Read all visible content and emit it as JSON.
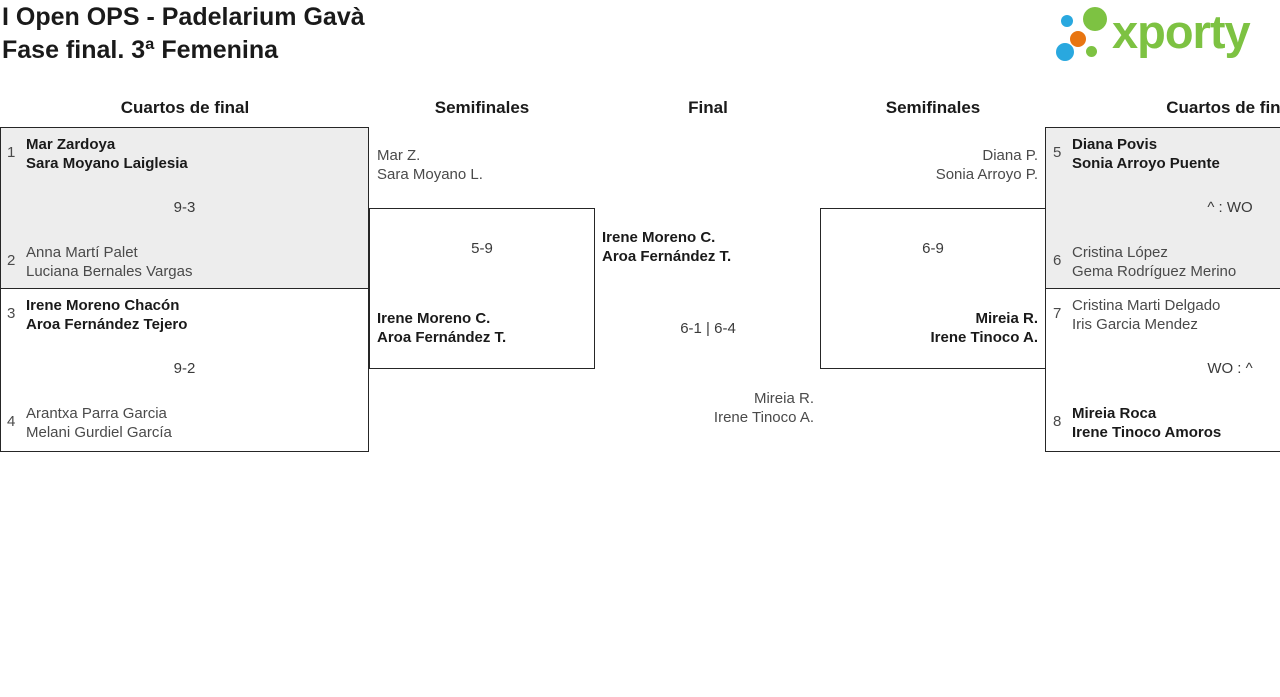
{
  "header": {
    "title_line1": "I Open OPS - Padelarium Gavà",
    "title_line2": "Fase final. 3ª Femenina"
  },
  "logo": {
    "text": "xporty",
    "colors": {
      "green": "#7dc242",
      "blue": "#29a8df",
      "orange": "#e87511"
    }
  },
  "round_headings": {
    "left_quarterfinals": "Cuartos de final",
    "left_semifinals": "Semifinales",
    "final": "Final",
    "right_semifinals": "Semifinales",
    "right_quarterfinals": "Cuartos de final"
  },
  "matches": {
    "qf_left_top": {
      "top_seed": "1",
      "top_team": [
        "Mar Zardoya",
        "Sara Moyano Laiglesia"
      ],
      "score": "9-3",
      "bottom_seed": "2",
      "bottom_team": [
        "Anna Martí Palet",
        "Luciana Bernales Vargas"
      ],
      "winner": "top"
    },
    "qf_left_bottom": {
      "top_seed": "3",
      "top_team": [
        "Irene Moreno Chacón",
        "Aroa Fernández Tejero"
      ],
      "score": "9-2",
      "bottom_seed": "4",
      "bottom_team": [
        "Arantxa Parra Garcia",
        "Melani Gurdiel García"
      ],
      "winner": "top"
    },
    "sf_left": {
      "top_team": [
        "Mar Z.",
        "Sara Moyano L."
      ],
      "score": "5-9",
      "bottom_team": [
        "Irene Moreno C.",
        "Aroa Fernández T."
      ],
      "winner": "bottom"
    },
    "final": {
      "top_team": [
        "Irene Moreno C.",
        "Aroa Fernández T."
      ],
      "score": "6-1 | 6-4",
      "bottom_team": [
        "Mireia R.",
        "Irene Tinoco A."
      ],
      "winner": "top"
    },
    "sf_right": {
      "top_team": [
        "Diana P.",
        "Sonia Arroyo P."
      ],
      "score": "6-9",
      "bottom_team": [
        "Mireia R.",
        "Irene Tinoco A."
      ],
      "winner": "bottom"
    },
    "qf_right_top": {
      "top_seed": "5",
      "top_team": [
        "Diana Povis",
        "Sonia Arroyo Puente"
      ],
      "score": "^ : WO",
      "bottom_seed": "6",
      "bottom_team": [
        "Cristina López",
        "Gema Rodríguez Merino"
      ],
      "winner": "top"
    },
    "qf_right_bottom": {
      "top_seed": "7",
      "top_team": [
        "Cristina Marti Delgado",
        "Iris Garcia Mendez"
      ],
      "score": "WO : ^",
      "bottom_seed": "8",
      "bottom_team": [
        "Mireia Roca",
        "Irene Tinoco Amoros"
      ],
      "winner": "bottom"
    }
  }
}
